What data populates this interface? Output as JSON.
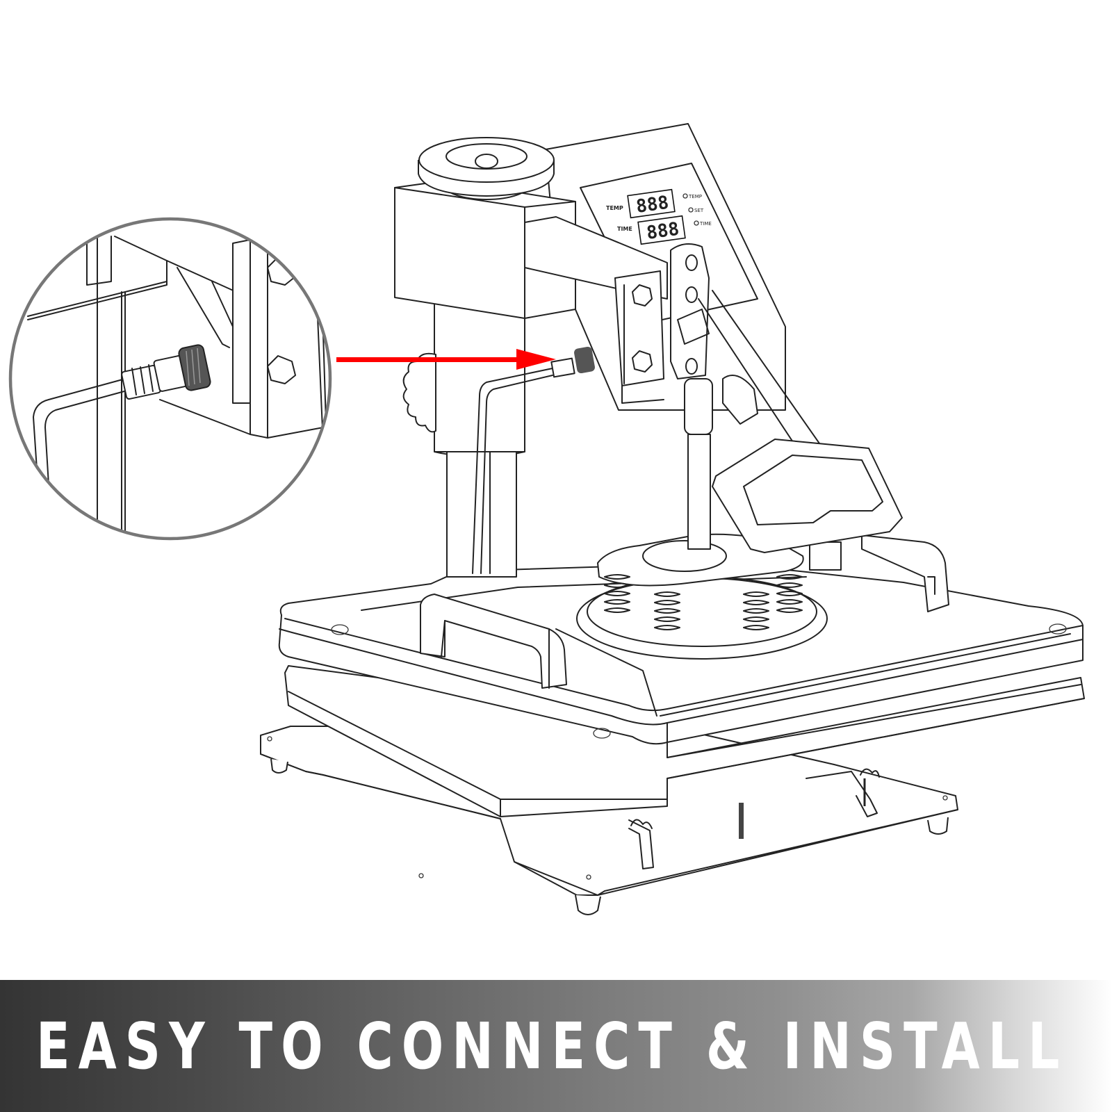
{
  "caption": {
    "title": "EASY TO CONNECT & INSTALL"
  },
  "illustration": {
    "subject": "heat-press-machine",
    "callout": {
      "shape": "circle",
      "stroke_color": "#777777",
      "detail": "cable-connector"
    },
    "arrow": {
      "color": "#ff0000",
      "direction": "right"
    },
    "control_panel": {
      "display_top": "888",
      "display_bottom": "888",
      "label_top": "TEMP",
      "label_bottom": "TIME",
      "indicators": [
        "TEMP",
        "SET",
        "TIME"
      ]
    }
  },
  "colors": {
    "line": "#222222",
    "banner_start": "#343434",
    "banner_end": "#ffffff",
    "text": "#ffffff"
  }
}
